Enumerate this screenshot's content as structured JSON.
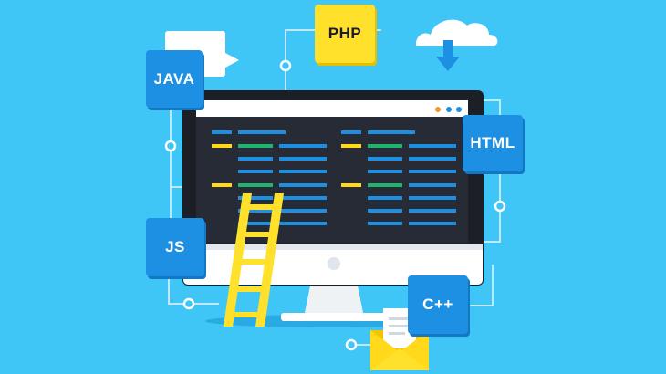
{
  "badges": {
    "java": "JAVA",
    "php": "PHP",
    "html": "HTML",
    "js": "JS",
    "cpp": "C++"
  },
  "colors": {
    "background": "#3fc6f6",
    "badge_blue": "#1e90e3",
    "badge_yellow": "#ffe12b",
    "screen": "#272b35",
    "code_blue": "#1e90e3",
    "code_green": "#1fb56e",
    "code_yellow": "#ffd91a",
    "ladder": "#ffe12b"
  },
  "icons": [
    "speech-bubble-icon",
    "cloud-download-icon",
    "envelope-icon",
    "ladder-icon",
    "monitor-icon"
  ]
}
